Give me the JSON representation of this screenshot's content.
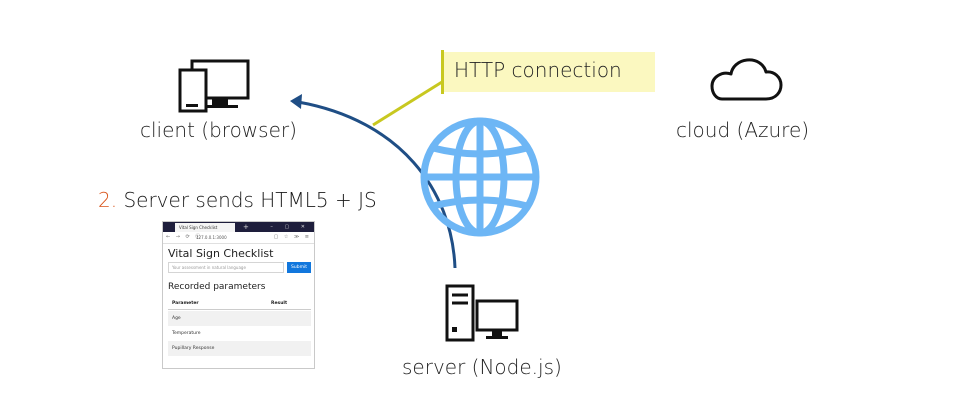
{
  "nodes": {
    "client": {
      "label": "client (browser)"
    },
    "cloud": {
      "label": "cloud (Azure)"
    },
    "server": {
      "label": "server (Node.js)"
    }
  },
  "callout": {
    "label": "HTTP connection"
  },
  "step": {
    "number": "2.",
    "text": "Server sends HTML5 + JS"
  },
  "colors": {
    "arrow": "#1f4e85",
    "globe": "#6db6f5",
    "callout_bg": "#fbf8c0",
    "callout_line": "#c8c820",
    "step_number": "#d8541a"
  },
  "mini_browser": {
    "tab_title": "Vital Sign Checklist",
    "url": "127.0.0.1:3000",
    "page_title": "Vital Sign Checklist",
    "input_placeholder": "Your assessment in natural language",
    "submit_label": "Submit",
    "section_title": "Recorded parameters",
    "columns": [
      "Parameter",
      "Result"
    ],
    "rows": [
      "Age",
      "Temperature",
      "Pupillary Response"
    ]
  }
}
